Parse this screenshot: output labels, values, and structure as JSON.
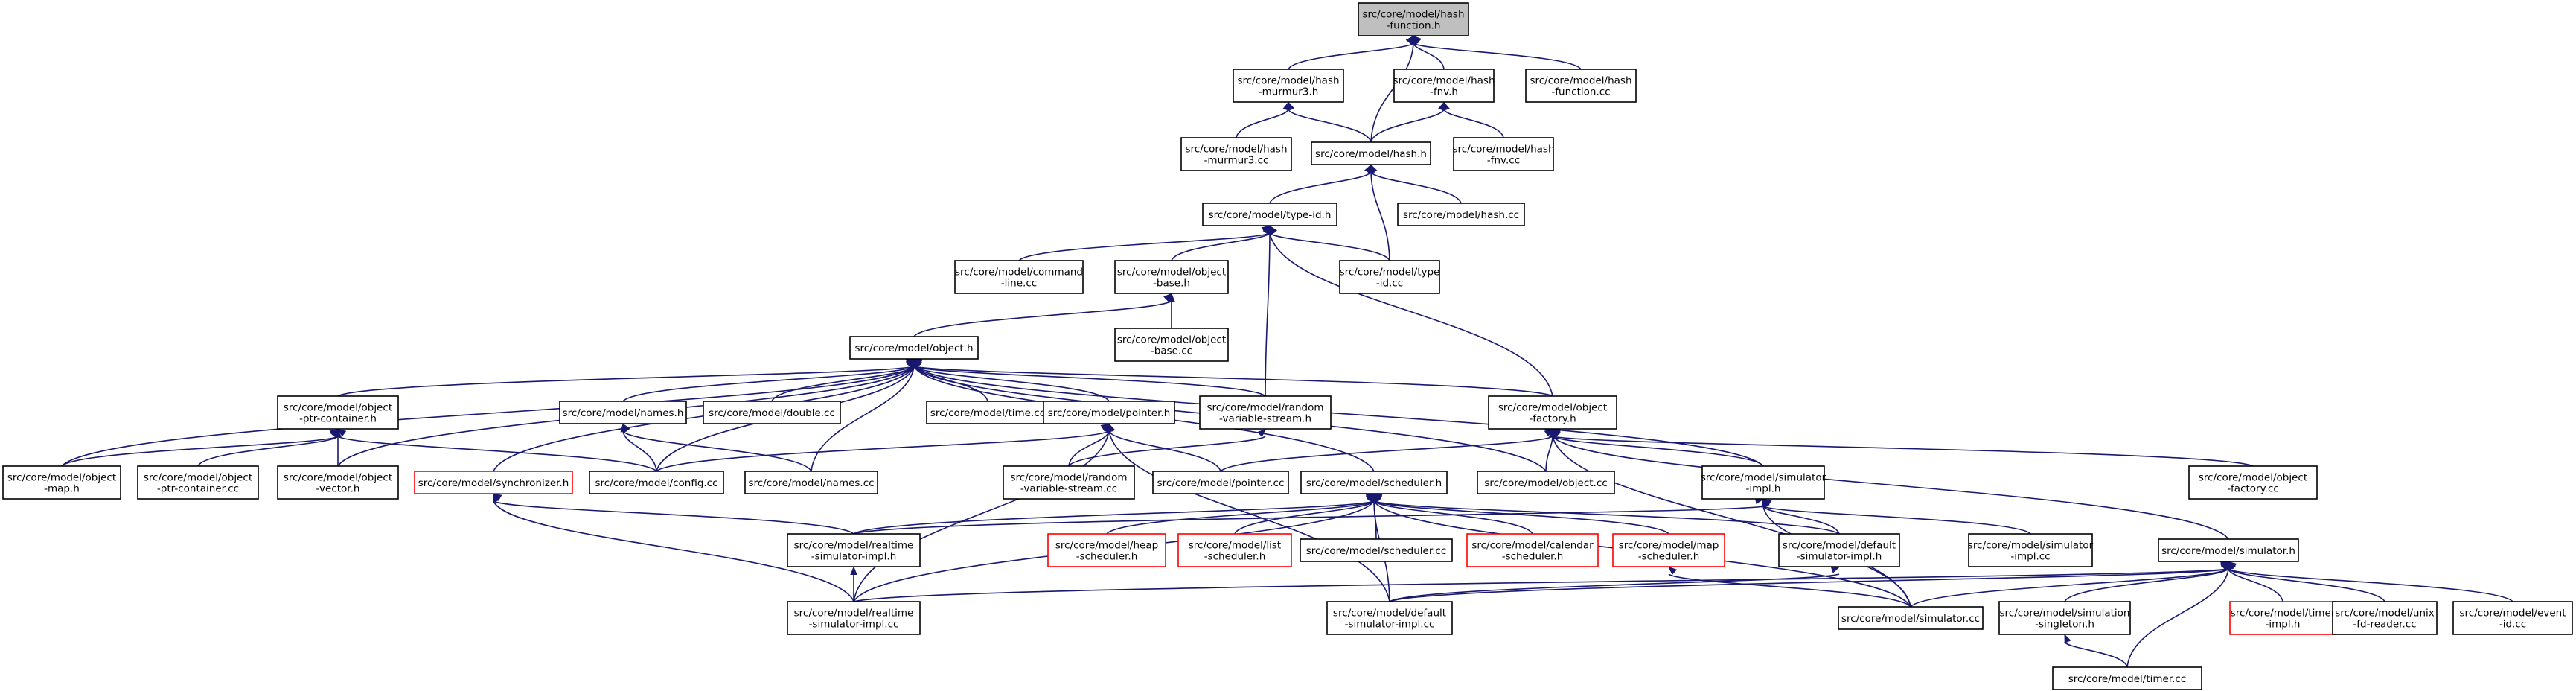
{
  "graph": {
    "nodes": [
      {
        "id": "hash_function_h",
        "lines": [
          "src/core/model/hash",
          "-function.h"
        ],
        "style": "highlight"
      },
      {
        "id": "hash_murmur3_h",
        "lines": [
          "src/core/model/hash",
          "-murmur3.h"
        ],
        "style": "normal"
      },
      {
        "id": "hash_fnv_h",
        "lines": [
          "src/core/model/hash",
          "-fnv.h"
        ],
        "style": "normal"
      },
      {
        "id": "hash_function_cc",
        "lines": [
          "src/core/model/hash",
          "-function.cc"
        ],
        "style": "normal"
      },
      {
        "id": "hash_murmur3_cc",
        "lines": [
          "src/core/model/hash",
          "-murmur3.cc"
        ],
        "style": "normal"
      },
      {
        "id": "hash_h",
        "lines": [
          "src/core/model/hash.h"
        ],
        "style": "normal"
      },
      {
        "id": "hash_fnv_cc",
        "lines": [
          "src/core/model/hash",
          "-fnv.cc"
        ],
        "style": "normal"
      },
      {
        "id": "type_id_h",
        "lines": [
          "src/core/model/type-id.h"
        ],
        "style": "normal"
      },
      {
        "id": "hash_cc",
        "lines": [
          "src/core/model/hash.cc"
        ],
        "style": "normal"
      },
      {
        "id": "command_line_cc",
        "lines": [
          "src/core/model/command",
          "-line.cc"
        ],
        "style": "normal"
      },
      {
        "id": "object_base_h",
        "lines": [
          "src/core/model/object",
          "-base.h"
        ],
        "style": "normal"
      },
      {
        "id": "type_id_cc",
        "lines": [
          "src/core/model/type",
          "-id.cc"
        ],
        "style": "normal"
      },
      {
        "id": "object_base_cc",
        "lines": [
          "src/core/model/object",
          "-base.cc"
        ],
        "style": "normal"
      },
      {
        "id": "object_h",
        "lines": [
          "src/core/model/object.h"
        ],
        "style": "normal"
      },
      {
        "id": "object_ptr_container_h",
        "lines": [
          "src/core/model/object",
          "-ptr-container.h"
        ],
        "style": "normal"
      },
      {
        "id": "names_h",
        "lines": [
          "src/core/model/names.h"
        ],
        "style": "normal"
      },
      {
        "id": "double_cc",
        "lines": [
          "src/core/model/double.cc"
        ],
        "style": "normal"
      },
      {
        "id": "time_cc",
        "lines": [
          "src/core/model/time.cc"
        ],
        "style": "normal"
      },
      {
        "id": "pointer_h",
        "lines": [
          "src/core/model/pointer.h"
        ],
        "style": "normal"
      },
      {
        "id": "random_variable_stream_h",
        "lines": [
          "src/core/model/random",
          "-variable-stream.h"
        ],
        "style": "normal"
      },
      {
        "id": "object_factory_h",
        "lines": [
          "src/core/model/object",
          "-factory.h"
        ],
        "style": "normal"
      },
      {
        "id": "object_map_h",
        "lines": [
          "src/core/model/object",
          "-map.h"
        ],
        "style": "normal"
      },
      {
        "id": "object_ptr_container_cc",
        "lines": [
          "src/core/model/object",
          "-ptr-container.cc"
        ],
        "style": "normal"
      },
      {
        "id": "object_vector_h",
        "lines": [
          "src/core/model/object",
          "-vector.h"
        ],
        "style": "normal"
      },
      {
        "id": "synchronizer_h",
        "lines": [
          "src/core/model/synchronizer.h"
        ],
        "style": "red"
      },
      {
        "id": "config_cc",
        "lines": [
          "src/core/model/config.cc"
        ],
        "style": "normal"
      },
      {
        "id": "names_cc",
        "lines": [
          "src/core/model/names.cc"
        ],
        "style": "normal"
      },
      {
        "id": "random_variable_stream_cc",
        "lines": [
          "src/core/model/random",
          "-variable-stream.cc"
        ],
        "style": "normal"
      },
      {
        "id": "pointer_cc",
        "lines": [
          "src/core/model/pointer.cc"
        ],
        "style": "normal"
      },
      {
        "id": "scheduler_h",
        "lines": [
          "src/core/model/scheduler.h"
        ],
        "style": "normal"
      },
      {
        "id": "object_cc",
        "lines": [
          "src/core/model/object.cc"
        ],
        "style": "normal"
      },
      {
        "id": "simulator_impl_h",
        "lines": [
          "src/core/model/simulator",
          "-impl.h"
        ],
        "style": "normal"
      },
      {
        "id": "object_factory_cc",
        "lines": [
          "src/core/model/object",
          "-factory.cc"
        ],
        "style": "normal"
      },
      {
        "id": "realtime_simulator_impl_h",
        "lines": [
          "src/core/model/realtime",
          "-simulator-impl.h"
        ],
        "style": "normal"
      },
      {
        "id": "heap_scheduler_h",
        "lines": [
          "src/core/model/heap",
          "-scheduler.h"
        ],
        "style": "red"
      },
      {
        "id": "list_scheduler_h",
        "lines": [
          "src/core/model/list",
          "-scheduler.h"
        ],
        "style": "red"
      },
      {
        "id": "scheduler_cc",
        "lines": [
          "src/core/model/scheduler.cc"
        ],
        "style": "normal"
      },
      {
        "id": "calendar_scheduler_h",
        "lines": [
          "src/core/model/calendar",
          "-scheduler.h"
        ],
        "style": "red"
      },
      {
        "id": "map_scheduler_h",
        "lines": [
          "src/core/model/map",
          "-scheduler.h"
        ],
        "style": "red"
      },
      {
        "id": "default_simulator_impl_h",
        "lines": [
          "src/core/model/default",
          "-simulator-impl.h"
        ],
        "style": "normal"
      },
      {
        "id": "simulator_impl_cc",
        "lines": [
          "src/core/model/simulator",
          "-impl.cc"
        ],
        "style": "normal"
      },
      {
        "id": "simulator_h",
        "lines": [
          "src/core/model/simulator.h"
        ],
        "style": "normal"
      },
      {
        "id": "realtime_simulator_impl_cc",
        "lines": [
          "src/core/model/realtime",
          "-simulator-impl.cc"
        ],
        "style": "normal"
      },
      {
        "id": "default_simulator_impl_cc",
        "lines": [
          "src/core/model/default",
          "-simulator-impl.cc"
        ],
        "style": "normal"
      },
      {
        "id": "simulator_cc",
        "lines": [
          "src/core/model/simulator.cc"
        ],
        "style": "normal"
      },
      {
        "id": "simulation_singleton_h",
        "lines": [
          "src/core/model/simulation",
          "-singleton.h"
        ],
        "style": "normal"
      },
      {
        "id": "timer_impl_h",
        "lines": [
          "src/core/model/timer",
          "-impl.h"
        ],
        "style": "red"
      },
      {
        "id": "unix_fd_reader_cc",
        "lines": [
          "src/core/model/unix",
          "-fd-reader.cc"
        ],
        "style": "normal"
      },
      {
        "id": "event_id_cc",
        "lines": [
          "src/core/model/event",
          "-id.cc"
        ],
        "style": "normal"
      },
      {
        "id": "timer_cc",
        "lines": [
          "src/core/model/timer.cc"
        ],
        "style": "normal"
      }
    ],
    "edges": [
      [
        "hash_function_h",
        "hash_murmur3_h"
      ],
      [
        "hash_function_h",
        "hash_fnv_h"
      ],
      [
        "hash_function_h",
        "hash_function_cc"
      ],
      [
        "hash_function_h",
        "hash_h"
      ],
      [
        "hash_murmur3_h",
        "hash_murmur3_cc"
      ],
      [
        "hash_murmur3_h",
        "hash_h"
      ],
      [
        "hash_fnv_h",
        "hash_h"
      ],
      [
        "hash_fnv_h",
        "hash_fnv_cc"
      ],
      [
        "hash_h",
        "type_id_h"
      ],
      [
        "hash_h",
        "hash_cc"
      ],
      [
        "hash_h",
        "type_id_cc"
      ],
      [
        "type_id_h",
        "command_line_cc"
      ],
      [
        "type_id_h",
        "object_base_h"
      ],
      [
        "type_id_h",
        "type_id_cc"
      ],
      [
        "type_id_h",
        "random_variable_stream_h"
      ],
      [
        "type_id_h",
        "object_factory_h"
      ],
      [
        "object_base_h",
        "object_base_cc"
      ],
      [
        "object_base_h",
        "object_h"
      ],
      [
        "object_h",
        "object_ptr_container_h"
      ],
      [
        "object_h",
        "object_map_h"
      ],
      [
        "object_h",
        "object_vector_h"
      ],
      [
        "object_h",
        "synchronizer_h"
      ],
      [
        "object_h",
        "config_cc"
      ],
      [
        "object_h",
        "names_h"
      ],
      [
        "object_h",
        "double_cc"
      ],
      [
        "object_h",
        "time_cc"
      ],
      [
        "object_h",
        "names_cc"
      ],
      [
        "object_h",
        "pointer_h"
      ],
      [
        "object_h",
        "random_variable_stream_h"
      ],
      [
        "object_h",
        "object_factory_h"
      ],
      [
        "object_h",
        "scheduler_h"
      ],
      [
        "object_h",
        "object_cc"
      ],
      [
        "object_h",
        "simulator_impl_h"
      ],
      [
        "object_ptr_container_h",
        "object_map_h"
      ],
      [
        "object_ptr_container_h",
        "object_ptr_container_cc"
      ],
      [
        "object_ptr_container_h",
        "object_vector_h"
      ],
      [
        "object_ptr_container_h",
        "config_cc"
      ],
      [
        "names_h",
        "config_cc"
      ],
      [
        "names_h",
        "names_cc"
      ],
      [
        "pointer_h",
        "config_cc"
      ],
      [
        "pointer_h",
        "random_variable_stream_cc"
      ],
      [
        "pointer_h",
        "pointer_cc"
      ],
      [
        "pointer_h",
        "default_simulator_impl_cc"
      ],
      [
        "pointer_h",
        "realtime_simulator_impl_cc"
      ],
      [
        "random_variable_stream_h",
        "random_variable_stream_cc"
      ],
      [
        "object_factory_h",
        "pointer_cc"
      ],
      [
        "object_factory_h",
        "object_cc"
      ],
      [
        "object_factory_h",
        "simulator_impl_h"
      ],
      [
        "object_factory_h",
        "object_factory_cc"
      ],
      [
        "object_factory_h",
        "simulator_h"
      ],
      [
        "object_factory_h",
        "simulator_cc"
      ],
      [
        "synchronizer_h",
        "realtime_simulator_impl_h"
      ],
      [
        "synchronizer_h",
        "realtime_simulator_impl_cc"
      ],
      [
        "scheduler_h",
        "realtime_simulator_impl_h"
      ],
      [
        "scheduler_h",
        "heap_scheduler_h"
      ],
      [
        "scheduler_h",
        "list_scheduler_h"
      ],
      [
        "scheduler_h",
        "scheduler_cc"
      ],
      [
        "scheduler_h",
        "calendar_scheduler_h"
      ],
      [
        "scheduler_h",
        "map_scheduler_h"
      ],
      [
        "scheduler_h",
        "default_simulator_impl_h"
      ],
      [
        "scheduler_h",
        "simulator_cc"
      ],
      [
        "scheduler_h",
        "default_simulator_impl_cc"
      ],
      [
        "scheduler_h",
        "realtime_simulator_impl_cc"
      ],
      [
        "simulator_impl_h",
        "realtime_simulator_impl_h"
      ],
      [
        "simulator_impl_h",
        "default_simulator_impl_h"
      ],
      [
        "simulator_impl_h",
        "simulator_impl_cc"
      ],
      [
        "simulator_impl_h",
        "simulator_cc"
      ],
      [
        "realtime_simulator_impl_h",
        "realtime_simulator_impl_cc"
      ],
      [
        "map_scheduler_h",
        "simulator_cc"
      ],
      [
        "default_simulator_impl_h",
        "default_simulator_impl_cc"
      ],
      [
        "simulator_h",
        "realtime_simulator_impl_cc"
      ],
      [
        "simulator_h",
        "default_simulator_impl_cc"
      ],
      [
        "simulator_h",
        "simulator_cc"
      ],
      [
        "simulator_h",
        "simulation_singleton_h"
      ],
      [
        "simulator_h",
        "timer_impl_h"
      ],
      [
        "simulator_h",
        "unix_fd_reader_cc"
      ],
      [
        "simulator_h",
        "event_id_cc"
      ],
      [
        "simulator_h",
        "timer_cc"
      ],
      [
        "simulation_singleton_h",
        "timer_cc"
      ]
    ]
  }
}
